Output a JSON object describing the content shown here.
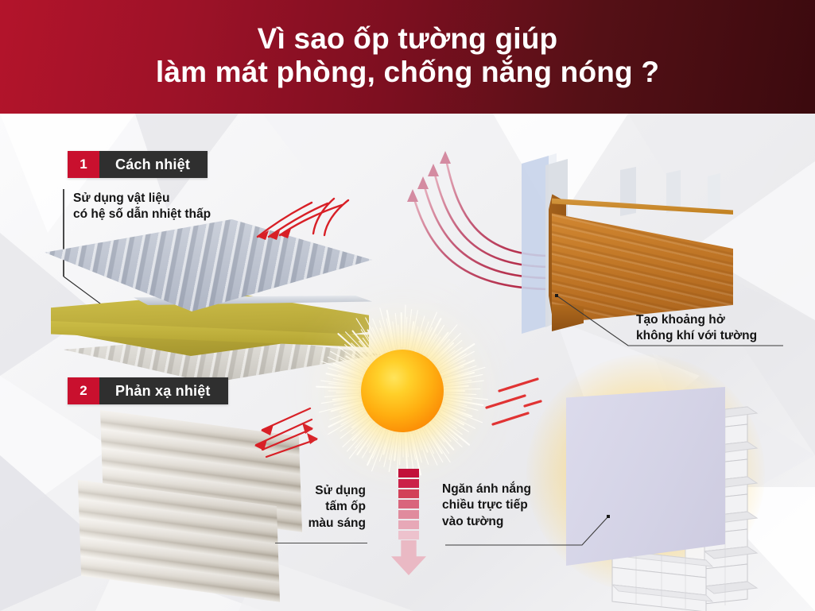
{
  "header": {
    "title_line1": "Vì sao ốp tường giúp",
    "title_line2": "làm mát phòng, chống nắng nóng ?",
    "bg_from": "#b3142b",
    "bg_to": "#3b0a0e",
    "text_color": "#ffffff"
  },
  "steps": [
    {
      "number": "1",
      "label": "Cách nhiệt",
      "num_bg": "#c9102e",
      "label_bg": "#2f2f2f"
    },
    {
      "number": "2",
      "label": "Phản xạ nhiệt",
      "num_bg": "#c9102e",
      "label_bg": "#2f2f2f"
    }
  ],
  "callouts": [
    {
      "id": "insulation-material",
      "line1": "Sử dụng vật liệu",
      "line2": "có hệ số dẫn nhiệt thấp"
    },
    {
      "id": "air-gap",
      "line1": "Tạo khoảng hở",
      "line2": "không khí với tường"
    },
    {
      "id": "light-colour-panel",
      "line1": "Sử dụng",
      "line2": "tấm ốp",
      "line3": "màu sáng"
    },
    {
      "id": "block-direct-sun",
      "line1": "Ngăn ánh nắng",
      "line2": "chiều trực tiếp",
      "line3": "vào tường"
    }
  ],
  "graphics": {
    "sun": {
      "name": "sun-burst",
      "core_color": "#ffd02a",
      "edge_color": "#f07b02"
    },
    "sandwich_panel": {
      "name": "insulated-sandwich-panel",
      "core_color": "#b9a93a",
      "skin_color": "#b6bcc9"
    },
    "wood_board": {
      "name": "wood-cladding-board",
      "color": "#c87e2b"
    },
    "fluted_panels": {
      "name": "fluted-wall-panels",
      "color": "#e2ddd4"
    },
    "brick_wall": {
      "name": "white-brick-wall",
      "color": "#ededef"
    },
    "lavender_panel": {
      "name": "cladding-panel-shield",
      "color": "#d6d5e8"
    },
    "heat_arrows_red": {
      "name": "reflected-heat-arrows",
      "color": "#d81f26"
    },
    "airflow_arrows": {
      "name": "rising-airflow-arrows",
      "color": "#b8456a"
    },
    "gradient_arrow": {
      "name": "heat-gradient-down-arrow",
      "segments": [
        "#c2103a",
        "#cb2148",
        "#d24158",
        "#d9657c",
        "#e08b9d",
        "#e7a8b7",
        "#edc2cd"
      ],
      "head_color": "#eab9c4"
    }
  }
}
